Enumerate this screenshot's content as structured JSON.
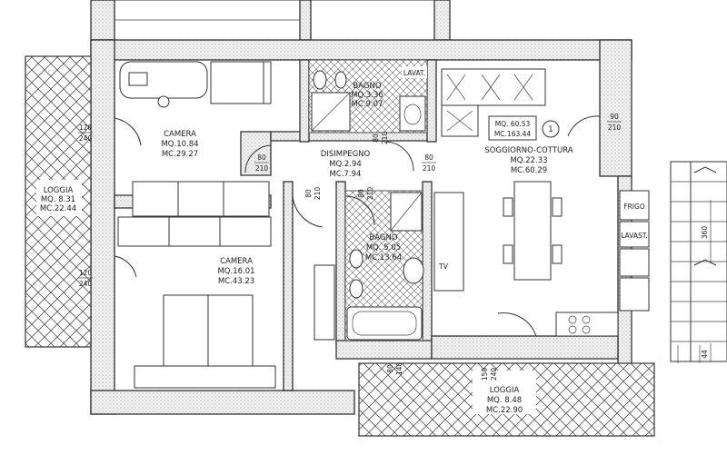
{
  "rooms": {
    "camera_small": {
      "name": "CAMERA",
      "area": "MQ.10.84",
      "volume": "MC.29.27"
    },
    "camera_large": {
      "name": "CAMERA",
      "area": "MQ.16.01",
      "volume": "MC.43.23"
    },
    "disimpegno": {
      "name": "DISIMPEGNO",
      "area": "MQ.2.94",
      "volume": "MC.7.94"
    },
    "bagno_upper": {
      "name": "BAGNO",
      "area": "MQ.3.36",
      "volume": "MC.9.07",
      "fixture": "LAVAT."
    },
    "bagno_lower": {
      "name": "BAGNO",
      "area": "MQ. 5.05",
      "volume": "MC.13.64"
    },
    "soggiorno": {
      "name": "SOGGIORNO-COTTURA",
      "area": "MQ.22.33",
      "volume": "MC.60.29"
    },
    "loggia_left": {
      "name": "LOGGIA",
      "area": "MQ. 8.31",
      "volume": "MC.22.44"
    },
    "loggia_bottom": {
      "name": "LOGGIA",
      "area": "MQ. 8.48",
      "volume": "MC.22.90"
    }
  },
  "unit": {
    "area": "MQ. 60.53",
    "volume": "MC.163.44",
    "number": "1"
  },
  "kitchen": {
    "frigo": "FRIGO",
    "lavast": "LAVAST.",
    "tv": "TV"
  },
  "doors": {
    "d_loggia_top": {
      "w": "120",
      "h": "240"
    },
    "d_loggia_bottom": {
      "w": "120",
      "h": "240"
    },
    "d_camera": {
      "w": "80",
      "h": "210"
    },
    "d_bagno_upper": {
      "w": "80",
      "h": "210"
    },
    "d_right": {
      "w": "80",
      "h": "210"
    },
    "d_entry": {
      "w": "90",
      "h": "210"
    },
    "d_dis_left": {
      "w": "80",
      "h": "210"
    },
    "d_bagno_lower": {
      "w": "80",
      "h": "210"
    },
    "d_loggia_low_left": {
      "w": "80",
      "h": "140"
    },
    "d_loggia_low_right": {
      "w": "150",
      "h": "240"
    }
  },
  "dimensions": {
    "stair_width": "360",
    "wall_depth": "44"
  }
}
